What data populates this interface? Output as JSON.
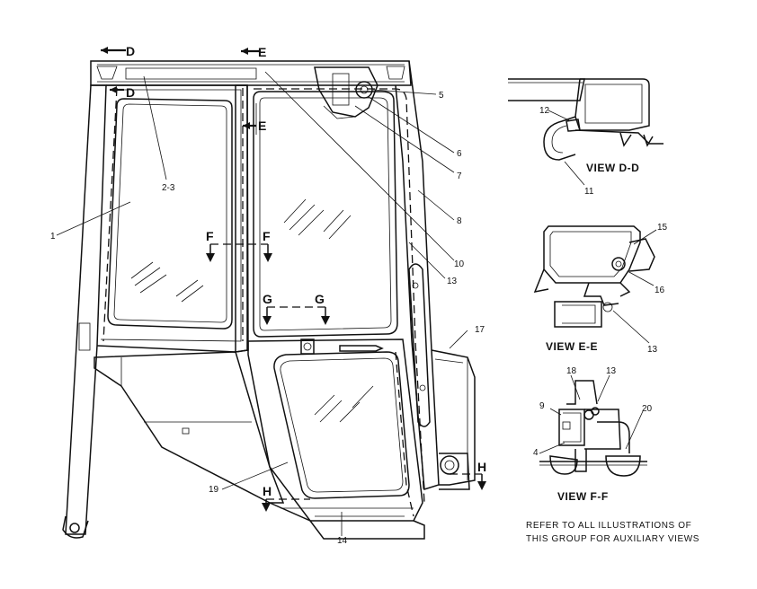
{
  "part_numbers": [
    "1",
    "2-3",
    "4",
    "5",
    "6",
    "7",
    "8",
    "9",
    "10",
    "11",
    "12",
    "13",
    "14",
    "15",
    "16",
    "17",
    "18",
    "19",
    "20"
  ],
  "section_marks": {
    "d": "D",
    "e": "E",
    "f": "F",
    "g": "G",
    "h": "H"
  },
  "views": {
    "d": "VIEW D-D",
    "e": "VIEW E-E",
    "f": "VIEW F-F"
  },
  "note": {
    "line1": "REFER TO ALL ILLUSTRATIONS OF",
    "line2": "THIS GROUP FOR AUXILIARY VIEWS"
  }
}
